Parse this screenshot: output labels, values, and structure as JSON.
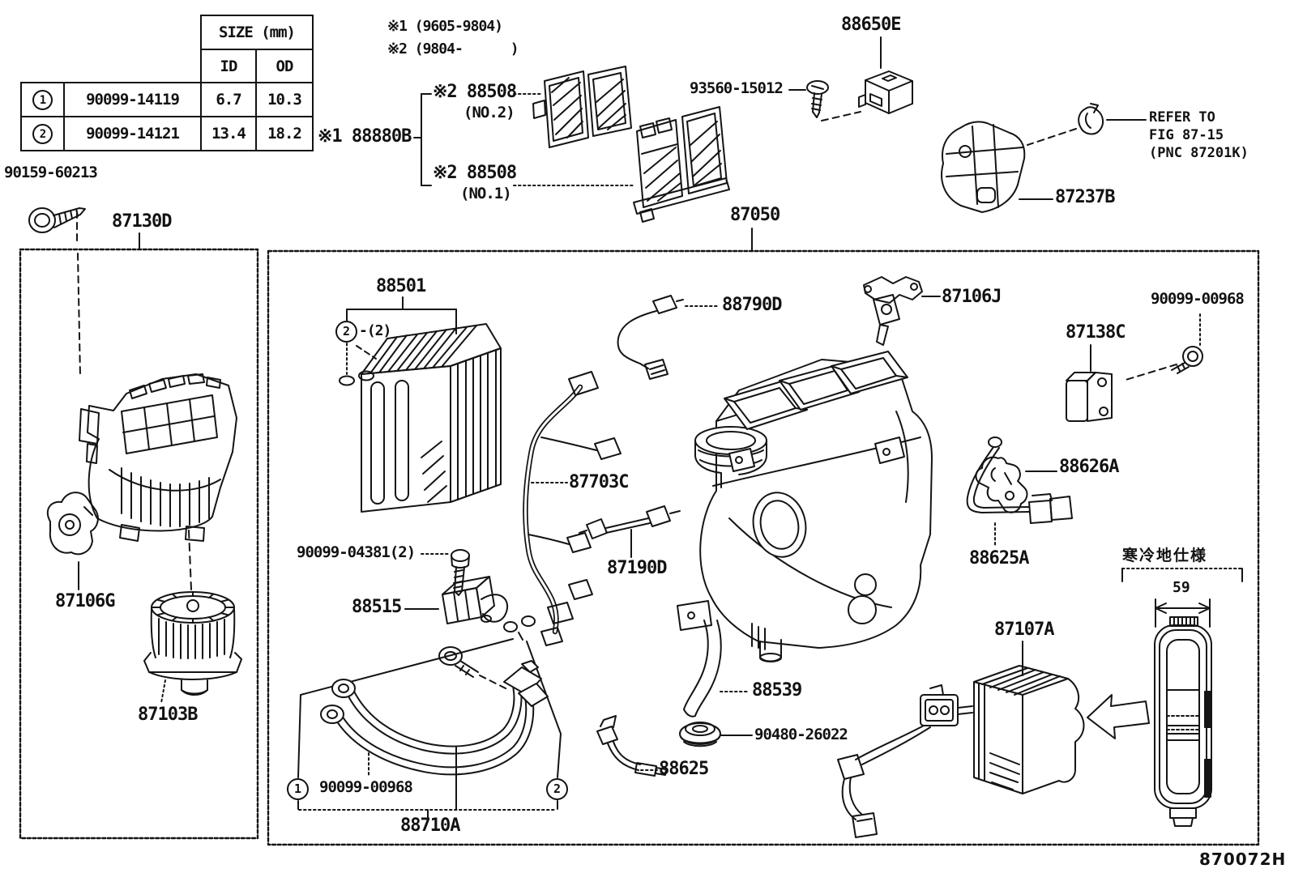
{
  "drawing_number": "870072H",
  "notes": {
    "note1": "※1 (9605-9804)",
    "note2": "※2 (9804-      )"
  },
  "size_table": {
    "header": "SIZE (mm)",
    "col_id": "ID",
    "col_od": "OD",
    "rows": [
      {
        "ref": "1",
        "part_number": "90099-14119",
        "id": "6.7",
        "od": "10.3"
      },
      {
        "ref": "2",
        "part_number": "90099-14121",
        "id": "13.4",
        "od": "18.2"
      }
    ]
  },
  "refer_note": {
    "line1": "REFER TO",
    "line2": "FIG 87-15",
    "line3": "(PNC 87201K)"
  },
  "callout_numbers": {
    "one": "1",
    "two": "2"
  },
  "labels": {
    "l90159_60213": "90159-60213",
    "l87130d": "87130D",
    "l88880b": "※1 88880B",
    "l88508_no2": "※2 88508",
    "l88508_no2_sub": "(NO.2)",
    "l88508_no1": "※2 88508",
    "l88508_no1_sub": "(NO.1)",
    "l93560_15012": "93560-15012",
    "l88650e": "88650E",
    "l87237b": "87237B",
    "l87050": "87050",
    "l88501": "88501",
    "l88501_qty": "-(2)",
    "l88790d": "88790D",
    "l87106j": "87106J",
    "l90099_00968_upper": "90099-00968",
    "l87138c": "87138C",
    "l87703c": "87703C",
    "l88626a": "88626A",
    "l88625a": "88625A",
    "l90099_04381": "90099-04381(2)",
    "l88515": "88515",
    "l87190d": "87190D",
    "l87106g": "87106G",
    "l87103b": "87103B",
    "l88539": "88539",
    "l90480_26022": "90480-26022",
    "l88625": "88625",
    "l87107a": "87107A",
    "l88710a": "88710A",
    "l90099_00968_lower": "90099-00968",
    "cold_region_spec": "寒冷地仕様",
    "dim_59": "59"
  }
}
